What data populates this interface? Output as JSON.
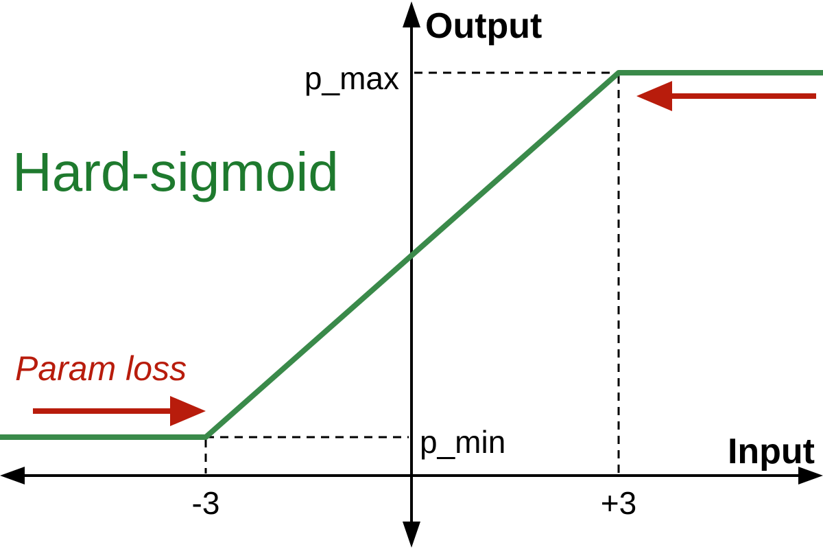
{
  "diagram": {
    "title": "Hard-sigmoid",
    "annotation": "Param loss",
    "axes": {
      "x_title": "Input",
      "y_title": "Output"
    },
    "x_ticks": [
      "-3",
      "+3"
    ],
    "y_ticks": [
      "p_min",
      "p_max"
    ]
  },
  "colors": {
    "curve": "#3a8a4a",
    "title": "#1e7a2e",
    "arrows": "#b81c0c",
    "axes": "#000000"
  }
}
